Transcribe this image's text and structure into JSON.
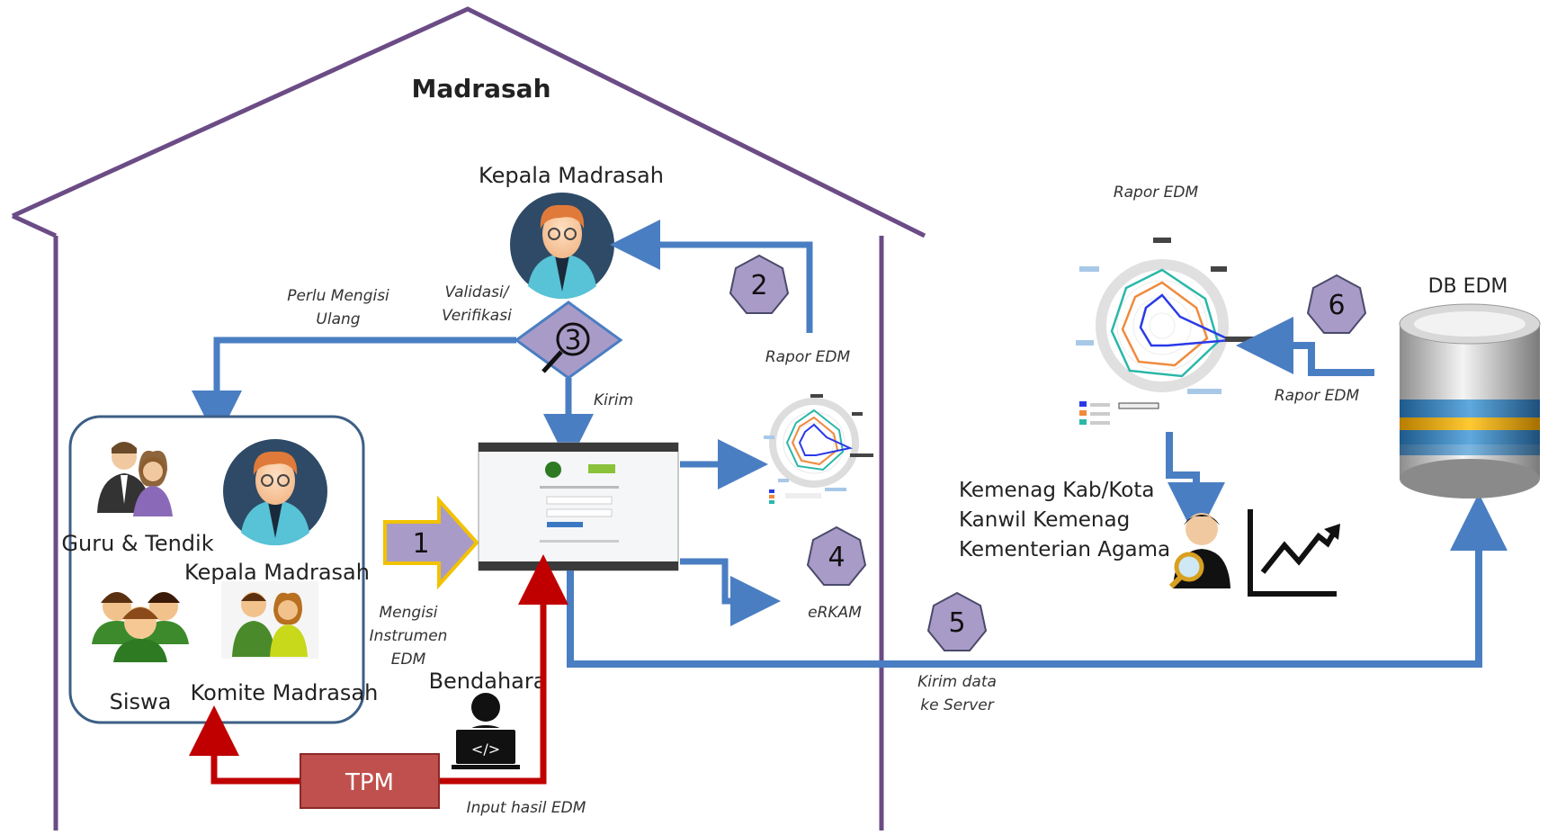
{
  "title": "Madrasah",
  "actors": {
    "kepala_top": "Kepala Madrasah",
    "guru": "Guru & Tendik",
    "kepala_left": "Kepala Madrasah",
    "siswa": "Siswa",
    "komite": "Komite Madrasah",
    "bendahara": "Bendahara",
    "tpm": "TPM",
    "db": "DB EDM",
    "kemenag_lines": [
      "Kemenag Kab/Kota",
      "Kanwil Kemenag",
      "Kementerian Agama"
    ]
  },
  "steps": [
    "1",
    "2",
    "3",
    "4",
    "5",
    "6"
  ],
  "annotations": {
    "perlu": [
      "Perlu Mengisi",
      "Ulang"
    ],
    "validasi": [
      "Validasi/",
      "Verifikasi"
    ],
    "kirim": "Kirim",
    "rapor_mid": "Rapor EDM",
    "rapor_top_right": "Rapor EDM",
    "rapor_right": "Rapor EDM",
    "mengisi": [
      "Mengisi",
      "Instrumen",
      "EDM"
    ],
    "erkam": "eRKAM",
    "kirim_server": [
      "Kirim data",
      "ke Server"
    ],
    "input_hasil": "Input hasil EDM"
  },
  "colors": {
    "house": "#6b4c86",
    "arrow_blue": "#4a7ec2",
    "arrow_red": "#c00000",
    "hexagon": "#a99bc8",
    "step1_arrow": "#a99bc8",
    "step1_outline": "#f2c200",
    "tpm_box": "#c0504d"
  },
  "icons": {
    "person_avatar": "person-avatar-icon",
    "magnifier": "magnifier-icon",
    "database": "database-icon",
    "trend": "trend-chart-icon",
    "coder": "coder-icon"
  }
}
